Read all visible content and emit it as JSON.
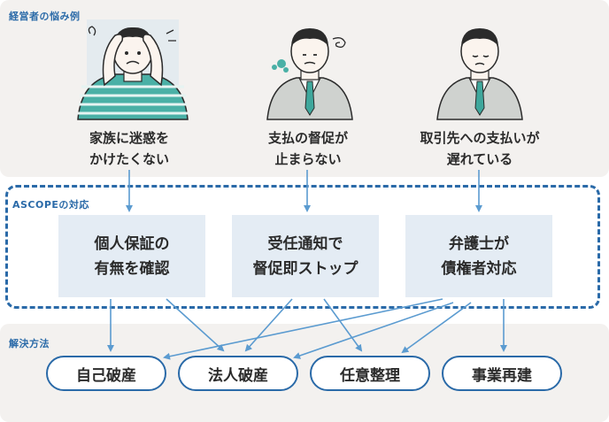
{
  "sections": {
    "worries_label": "経営者の悩み例",
    "ascope_label": "ASCOPEの対応",
    "solutions_label": "解決方法"
  },
  "worries": [
    {
      "line1": "家族に迷惑を",
      "line2": "かけたくない"
    },
    {
      "line1": "支払の督促が",
      "line2": "止まらない"
    },
    {
      "line1": "取引先への支払いが",
      "line2": "遅れている"
    }
  ],
  "actions": [
    {
      "line1": "個人保証の",
      "line2": "有無を確認"
    },
    {
      "line1": "受任通知で",
      "line2": "督促即ストップ"
    },
    {
      "line1": "弁護士が",
      "line2": "債権者対応"
    }
  ],
  "solutions": [
    "自己破産",
    "法人破産",
    "任意整理",
    "事業再建"
  ],
  "colors": {
    "accent": "#2a6aa8",
    "arrow": "#5b9bd0",
    "panel": "#f3f1ef",
    "box": "#e4ecf4"
  }
}
